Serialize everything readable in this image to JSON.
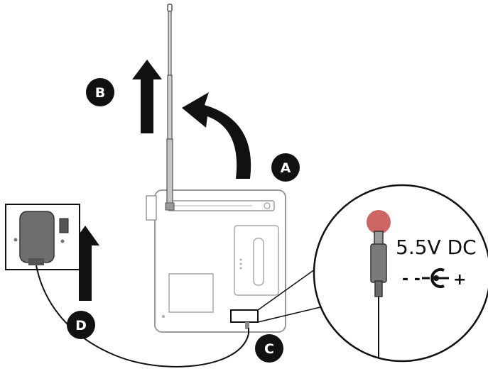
{
  "markers": {
    "a": "A",
    "b": "B",
    "c": "C",
    "d": "D"
  },
  "power_spec": {
    "voltage": "5.5V DC",
    "polarity_minus": "- -",
    "polarity_plus": "+"
  },
  "colors": {
    "line": "#111111",
    "device_outline": "#9a9a9a",
    "device_fill": "#ffffff",
    "marker_fill": "#111111",
    "plug_gray": "#7a7a7a",
    "plug_red": "#c44a4a",
    "adapter_gray": "#6e6e6e"
  }
}
